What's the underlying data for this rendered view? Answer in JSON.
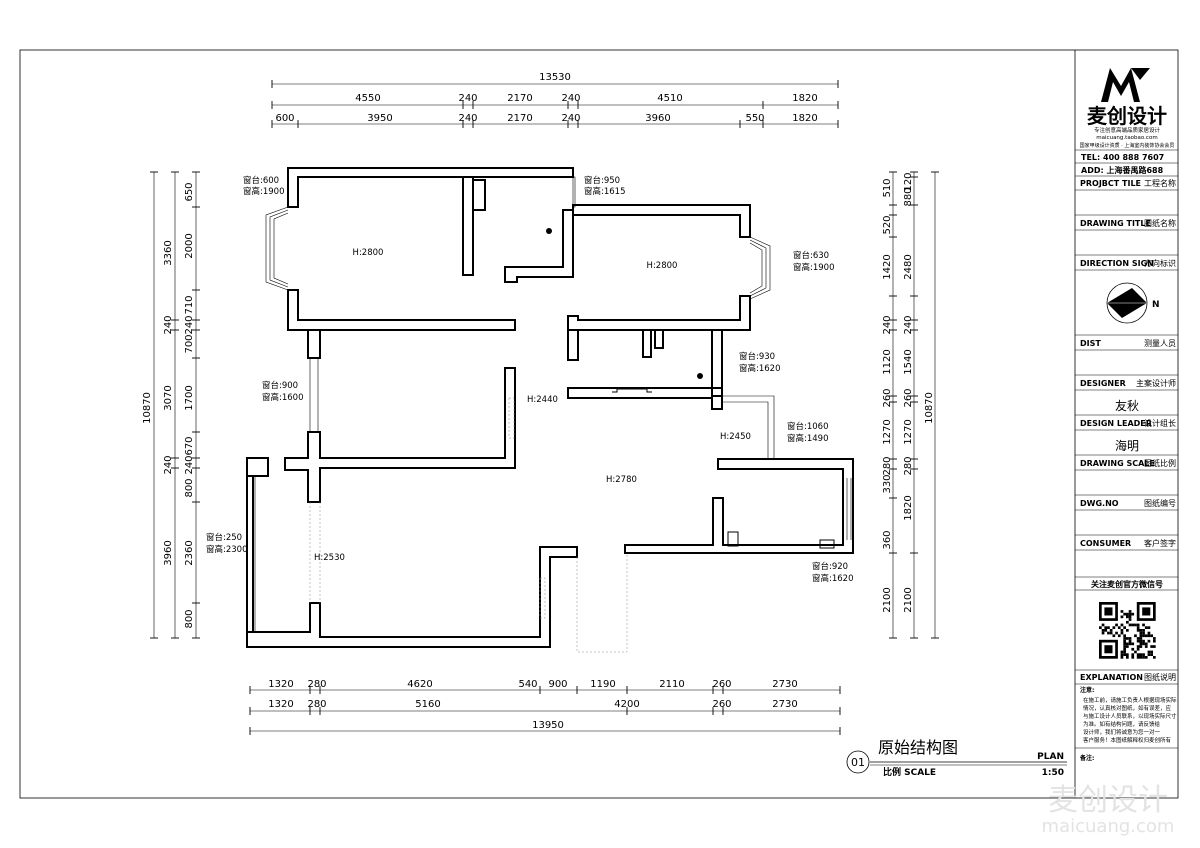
{
  "plan": {
    "overall_top": "13530",
    "top_row1": [
      "4550",
      "240",
      "2170",
      "240",
      "4510",
      "1820"
    ],
    "top_row2": [
      "600",
      "3950",
      "240",
      "2170",
      "240",
      "3960",
      "550",
      "1820"
    ],
    "overall_bottom": "13950",
    "bottom_row1": [
      "1320",
      "280",
      "4620",
      "540",
      "900",
      "1190",
      "2110",
      "260",
      "2730"
    ],
    "bottom_row2": [
      "1320",
      "280",
      "5160",
      "4200",
      "260",
      "2730"
    ],
    "overall_left": "10870",
    "left_row1": [
      "3360",
      "240",
      "3070",
      "240",
      "3960"
    ],
    "left_row2": [
      "650",
      "2000",
      "710",
      "240",
      "700",
      "1700",
      "670",
      "240",
      "800",
      "2360",
      "800"
    ],
    "overall_right": "10870",
    "right_row1": [
      "510",
      "520",
      "1420",
      "240",
      "1120",
      "260",
      "1270",
      "280",
      "330",
      "360",
      "2100"
    ],
    "right_row2": [
      "120",
      "880",
      "2480",
      "240",
      "1540",
      "260",
      "1270",
      "280",
      "1820",
      "2100"
    ],
    "room_heights": [
      "H:2800",
      "H:2800",
      "H:2440",
      "H:2450",
      "H:2780",
      "H:2530"
    ],
    "windows": [
      {
        "sill": "窗台:600",
        "height": "窗高:1900"
      },
      {
        "sill": "窗台:950",
        "height": "窗高:1615"
      },
      {
        "sill": "窗台:630",
        "height": "窗高:1900"
      },
      {
        "sill": "窗台:930",
        "height": "窗高:1620"
      },
      {
        "sill": "窗台:900",
        "height": "窗高:1600"
      },
      {
        "sill": "窗台:1060",
        "height": "窗高:1490"
      },
      {
        "sill": "窗台:250",
        "height": "窗高:2300"
      },
      {
        "sill": "窗台:920",
        "height": "窗高:1620"
      }
    ]
  },
  "title_block": {
    "number": "01",
    "title": "原始结构图",
    "scale_label": "比例 SCALE",
    "plan_label": "PLAN",
    "scale_value": "1:50"
  },
  "sidebar": {
    "brand": "麦创设计",
    "tagline": "专注创意高端品质家居设计",
    "domain": "maicuang.taobao.com",
    "member": "国家甲级设计资质 · 上海室内装饰协会会员",
    "tel": "TEL: 400 888 7607",
    "add": "ADD: 上海番禺路688",
    "fields": [
      {
        "label": "PROJBCT TILE",
        "value": "工程名称"
      },
      {
        "label": "DRAWING TITLE",
        "value": "图纸名称"
      },
      {
        "label": "DIRECTION SIGN",
        "value": "方向标识"
      },
      {
        "label": "DIST",
        "value": "测量人员"
      },
      {
        "label": "DESIGNER",
        "value": "主案设计师"
      },
      {
        "label": "DESIGN LEADER",
        "value": "设计组长"
      },
      {
        "label": "DRAWING SCALE",
        "value": "图纸比例"
      },
      {
        "label": "DWG.NO",
        "value": "图纸编号"
      },
      {
        "label": "CONSUMER",
        "value": "客户签字"
      },
      {
        "label": "EXPLANATION",
        "value": "图纸说明"
      }
    ],
    "designer_name": "友秋",
    "leader_name": "海明",
    "north": "N",
    "wechat": "关注麦创官方微信号",
    "notes_title": "注意:",
    "notes_lines": [
      "在施工前，请施工负责人根据现场实际",
      "情况，认真核对图纸，如有误差，应",
      "与施工设计人员联系，以现场实际尺寸",
      "为准。如有结构问题，请反馈给",
      "设计师，我们将诚意为您一对一",
      "客户服务！本图纸解释权归麦创所有"
    ],
    "remark": "备注:"
  },
  "watermark": {
    "cn": "麦创设计",
    "en": "maicuang.com"
  }
}
